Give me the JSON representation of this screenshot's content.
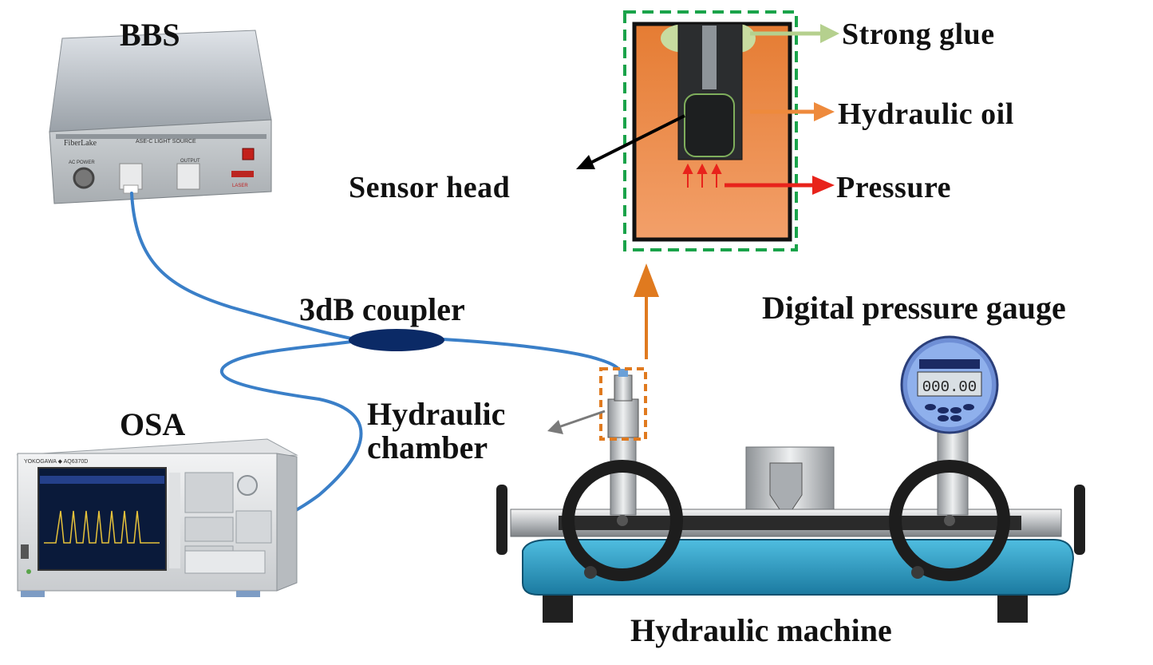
{
  "labels": {
    "bbs": "BBS",
    "osa": "OSA",
    "coupler": "3dB coupler",
    "hydraulic_chamber": "Hydraulic\nchamber",
    "digital_pressure_gauge": "Digital pressure gauge",
    "hydraulic_machine": "Hydraulic machine",
    "sensor_head": "Sensor head",
    "strong_glue": "Strong glue",
    "hydraulic_oil": "Hydraulic oil",
    "pressure": "Pressure"
  },
  "devices": {
    "bbs_brand": "FiberLake",
    "bbs_model": "ASE-C LIGHT SOURCE",
    "bbs_power": "AC POWER",
    "bbs_output": "OUTPUT",
    "bbs_laser": "LASER",
    "osa_brand": "YOKOGAWA ◆ AQ6370D",
    "gauge_reading": "000.00"
  },
  "colors": {
    "fiber": "#3a7fc8",
    "coupler": "#0b2a66",
    "oil": "#e8813a",
    "dashed_green": "#1aa34a",
    "dashed_orange": "#e07a1f",
    "glue": "#c8dca0",
    "pressure_arrow": "#e8231b",
    "machine_base": "#2a9bc4"
  }
}
